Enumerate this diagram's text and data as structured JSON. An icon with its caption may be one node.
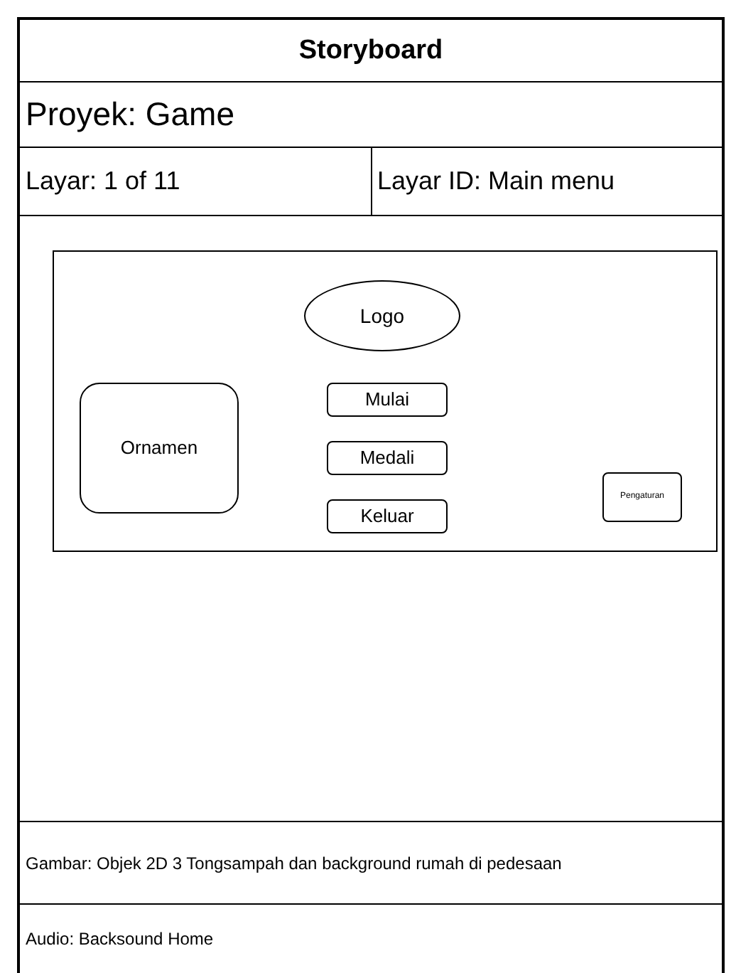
{
  "diagram": {
    "title": "Storyboard",
    "nodes": [
      {
        "text": [],
        "shape": "box"
      },
      {
        "text": [
          "Logo"
        ],
        "in": 0
      },
      {
        "text": [
          "Ornamen"
        ],
        "in": 0
      },
      {
        "text": [
          "Mulai"
        ],
        "in": 0
      },
      {
        "text": [
          "Medali"
        ],
        "in": 0
      },
      {
        "text": [
          "Keluar"
        ],
        "in": 0
      },
      {
        "text": [
          "Pengaturan"
        ],
        "in": 0
      }
    ],
    "labels": [
      "Proyek: Game",
      "Layar: 1 of 11",
      "Layar ID: Main menu",
      "Gambar: Objek 2D 3 Tongsampah dan background rumah di pedesaan",
      "Audio: Backsound Home"
    ]
  }
}
